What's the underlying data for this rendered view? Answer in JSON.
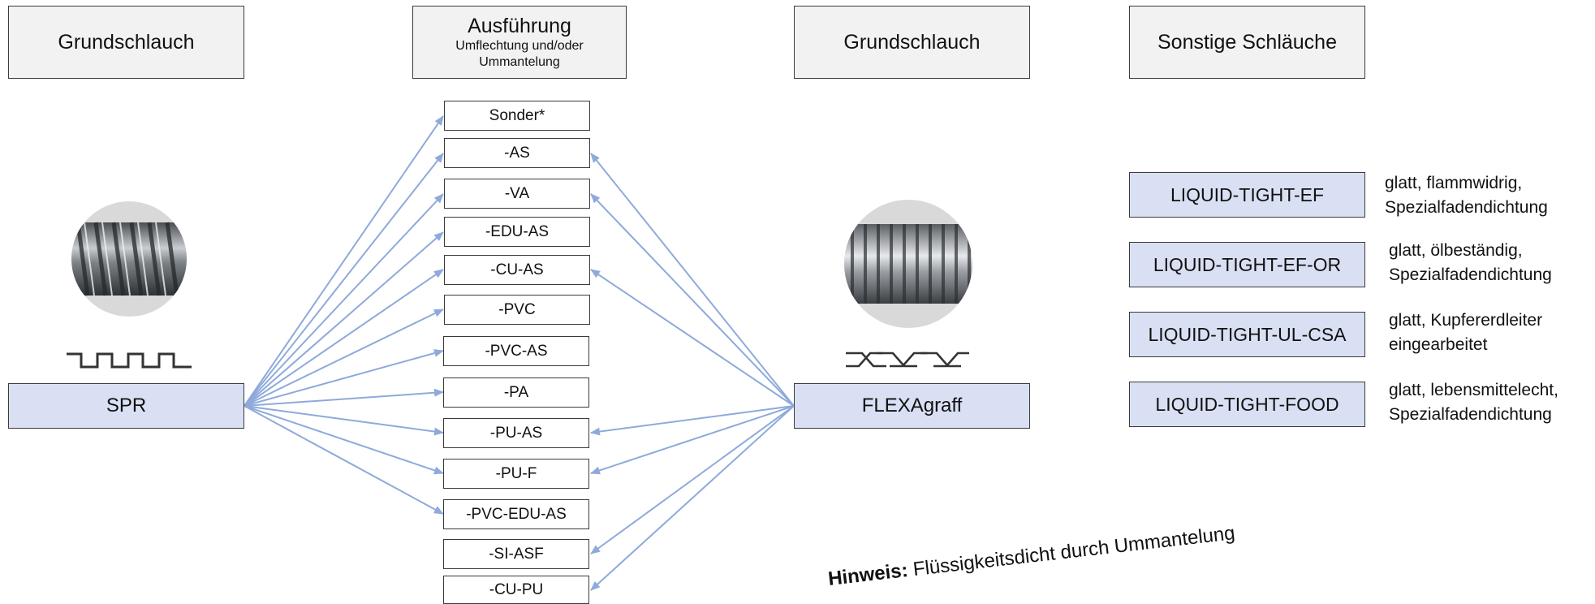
{
  "headers": {
    "col1": "Grundschlauch",
    "col2_title": "Ausführung",
    "col2_sub": "Umflechtung und/oder Ummantelung",
    "col3": "Grundschlauch",
    "col4": "Sonstige Schläuche"
  },
  "options": [
    "Sonder*",
    "-AS",
    "-VA",
    "-EDU-AS",
    "-CU-AS",
    "-PVC",
    "-PVC-AS",
    "-PA",
    "-PU-AS",
    "-PU-F",
    "-PVC-EDU-AS",
    "-SI-ASF",
    "-CU-PU"
  ],
  "bases": {
    "left": "SPR",
    "right": "FLEXAgraff"
  },
  "connections": {
    "SPR": [
      "Sonder*",
      "-AS",
      "-VA",
      "-EDU-AS",
      "-CU-AS",
      "-PVC",
      "-PVC-AS",
      "-PA",
      "-PU-AS",
      "-PU-F",
      "-PVC-EDU-AS"
    ],
    "FLEXAgraff": [
      "-AS",
      "-VA",
      "-CU-AS",
      "-PU-AS",
      "-PU-F",
      "-SI-ASF",
      "-CU-PU"
    ]
  },
  "others": [
    {
      "name": "LIQUID-TIGHT-EF",
      "desc": "glatt, flammwidrig,\nSpezialfadendichtung"
    },
    {
      "name": "LIQUID-TIGHT-EF-OR",
      "desc": "glatt, ölbeständig,\nSpezialfadendichtung"
    },
    {
      "name": "LIQUID-TIGHT-UL-CSA",
      "desc": "glatt, Kupfererdleiter\neingearbeitet"
    },
    {
      "name": "LIQUID-TIGHT-FOOD",
      "desc": "glatt, lebensmittelecht,\nSpezialfadendichtung"
    }
  ],
  "note": {
    "label": "Hinweis:",
    "text": " Flüssigkeitsdicht durch Ummantelung"
  },
  "colors": {
    "arrow": "#8eaadb",
    "base_fill": "#d9e0f3",
    "header_fill": "#f2f2f2"
  },
  "icons": {
    "spr_photo": "corrugated-hose-photo",
    "spr_symbol": "square-wave-profile-icon",
    "flexa_photo": "interlocked-hose-photo",
    "flexa_symbol": "interlock-profile-icon"
  }
}
